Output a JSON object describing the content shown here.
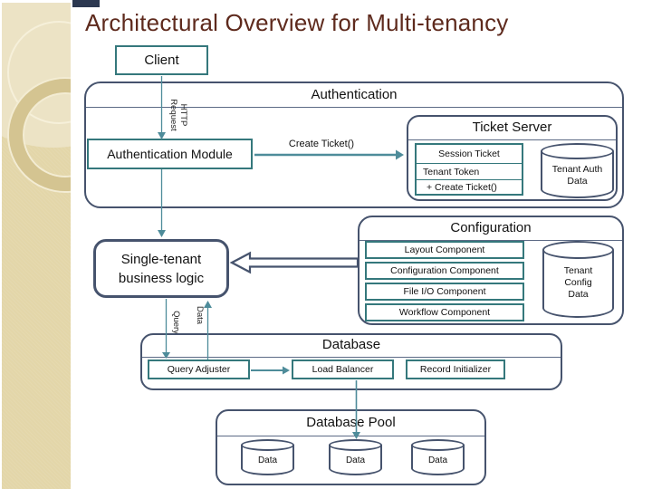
{
  "theme": {
    "container_border": "#46536d",
    "teal_border": "#35787c",
    "arrow_teal": "#4e8c9a",
    "title_color": "#5e2a1d",
    "sidebar_bg": "#e3d6a9"
  },
  "title": "Architectural Overview for Multi-tenancy",
  "client": {
    "label": "Client"
  },
  "auth": {
    "title": "Authentication",
    "http_line1": "HTTP",
    "http_line2": "Request",
    "module_label": "Authentication Module",
    "create_ticket_label": "Create Ticket()",
    "ticket_server": {
      "title": "Ticket Server",
      "cls": {
        "name": "Session Ticket",
        "attribute": "Tenant Token",
        "method": "+ Create Ticket()"
      },
      "store": {
        "line1": "Tenant Auth",
        "line2": "Data"
      }
    }
  },
  "config": {
    "title": "Configuration",
    "components": [
      "Layout Component",
      "Configuration Component",
      "File I/O Component",
      "Workflow Component"
    ],
    "store": {
      "line1": "Tenant",
      "line2": "Config",
      "line3": "Data"
    }
  },
  "logic": {
    "line1": "Single-tenant",
    "line2": "business logic",
    "query_label": "Query",
    "data_label": "Data"
  },
  "database": {
    "title": "Database",
    "modules": [
      "Query Adjuster",
      "Load Balancer",
      "Record Initializer"
    ]
  },
  "pool": {
    "title": "Database Pool",
    "cylinders": [
      "Data",
      "Data",
      "Data"
    ]
  }
}
